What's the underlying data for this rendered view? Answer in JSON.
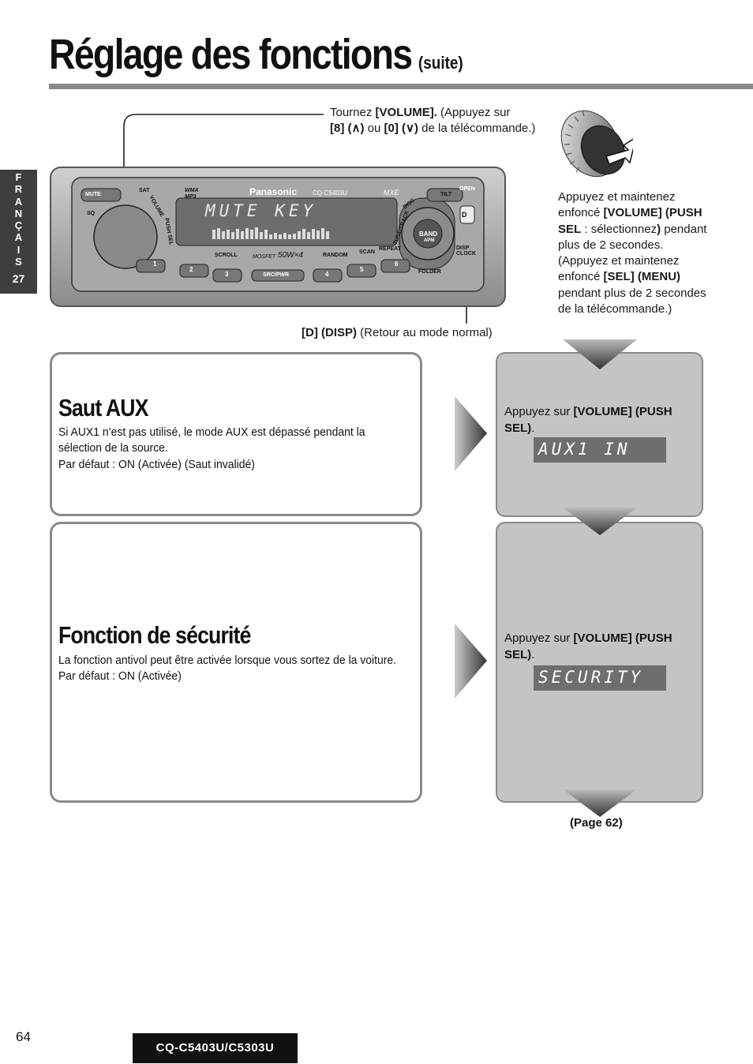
{
  "header": {
    "title": "Réglage des fonctions",
    "subtitle": "(suite)"
  },
  "side_tab": {
    "letters": [
      "F",
      "R",
      "A",
      "N",
      "Ç",
      "A",
      "I",
      "S"
    ],
    "number": "27"
  },
  "radio": {
    "brand": "Panasonic",
    "model": "CQ-C5403U",
    "display_text": "MUTE KEY",
    "buttons": {
      "mute": "MUTE",
      "sq": "SQ",
      "tilt": "TILT",
      "open": "OPEN",
      "d": "D",
      "disp_clock": "DISP CLOCK",
      "folder": "FOLDER",
      "scroll": "SCROLL",
      "random": "RANDOM",
      "scan": "SCAN",
      "repeat": "REPEAT",
      "src_pwr": "SRC/PWR",
      "band": "BAND",
      "apm": "APM",
      "presets": [
        "1",
        "2",
        "3",
        "4",
        "5",
        "6"
      ],
      "power_rating": "50W×4",
      "mosfet": "MOSFET",
      "wma": "WMA",
      "mp3": "MP3",
      "sat": "SAT",
      "volume_label": "VOLUME",
      "push_sel": "PUSH SEL",
      "tune_track": "TUNE/TRACK",
      "disc": "DISC",
      "mxe": "MXE"
    }
  },
  "callouts": {
    "top": [
      {
        "t": "Tournez "
      },
      {
        "t": "[VOLUME].",
        "b": true
      },
      {
        "t": " (Appuyez sur "
      },
      {
        "br": true
      },
      {
        "t": "[8] (",
        "b": true
      },
      {
        "t": "∧",
        "b": true
      },
      {
        "t": ")",
        "b": true
      },
      {
        "t": " ou "
      },
      {
        "t": "[0] (",
        "b": true
      },
      {
        "t": "∨",
        "b": true
      },
      {
        "t": ")",
        "b": true
      },
      {
        "t": " de la télécommande.)"
      }
    ],
    "right": [
      {
        "t": "Appuyez et maintenez enfoncé "
      },
      {
        "t": "[VOLUME] (PUSH SEL",
        "b": true
      },
      {
        "t": " : sélectionnez"
      },
      {
        "t": ")",
        "b": true
      },
      {
        "t": " pendant plus de 2 secondes. (Appuyez et maintenez enfoncé "
      },
      {
        "t": "[SEL] (MENU)",
        "b": true
      },
      {
        "t": " pendant plus de 2 secondes de la télécommande.)"
      }
    ],
    "bottom": [
      {
        "t": "[D] (DISP)",
        "b": true
      },
      {
        "t": " (Retour au mode normal)"
      }
    ]
  },
  "sections": [
    {
      "title": "Saut AUX",
      "lines": [
        "Si AUX1 n’est pas utilisé, le mode AUX est dépassé pendant la sélection de la source.",
        "Par défaut : ON (Activée) (Saut invalidé)"
      ],
      "step_prefix": "Appuyez sur ",
      "step_bold": "[VOLUME] (PUSH SEL)",
      "step_suffix": ".",
      "lcd": "AUX1 IN"
    },
    {
      "title": "Fonction de sécurité",
      "lines": [
        "La fonction antivol peut être activée lorsque vous sortez de la voiture.",
        "Par défaut : ON (Activée)"
      ],
      "step_prefix": "Appuyez sur ",
      "step_bold": "[VOLUME] (PUSH SEL)",
      "step_suffix": ".",
      "lcd": "SECURITY"
    }
  ],
  "page_ref": "(Page 62)",
  "footer": {
    "page_number": "64",
    "model": "CQ-C5403U/C5303U"
  }
}
